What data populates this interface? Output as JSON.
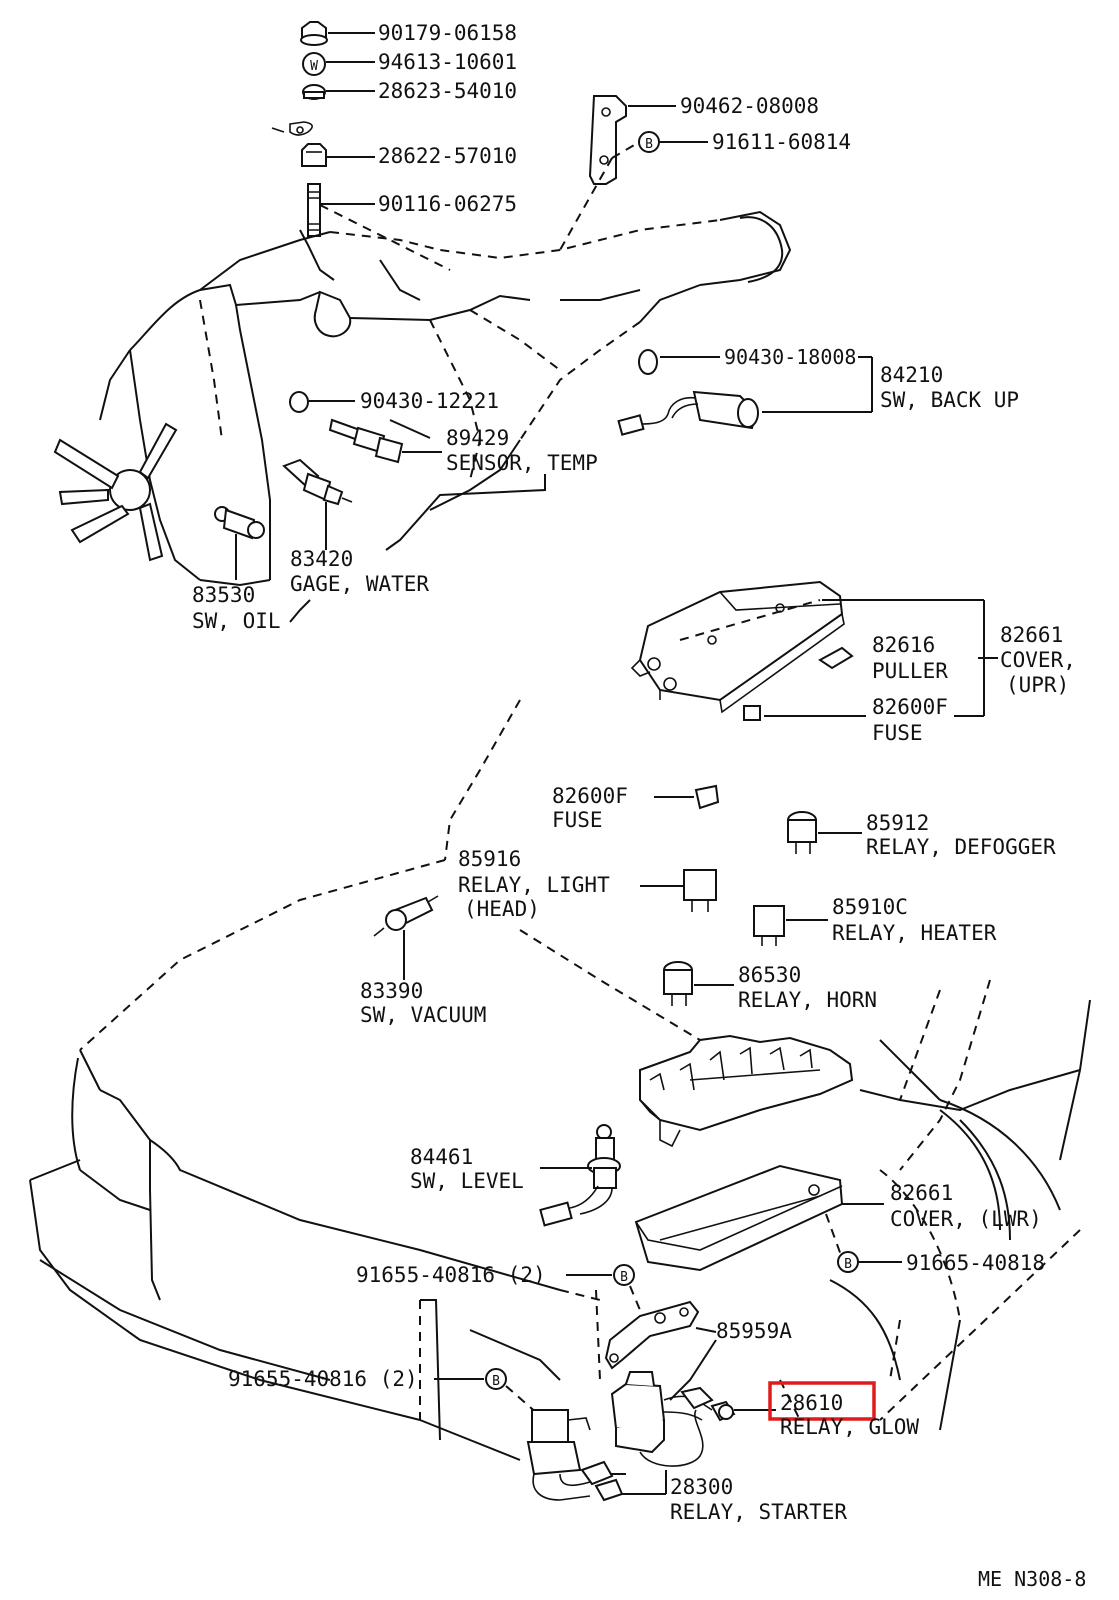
{
  "diagram_code": "ME N308-8",
  "highlight_color": "#e01b1b",
  "parts": {
    "nut_top": "90179-06158",
    "washer_w": "94613-10601",
    "cap_28623": "28623-54010",
    "nut_28622": "28622-57010",
    "stud_90116": "90116-06275",
    "bracket_90462": "90462-08008",
    "bolt_91611": "91611-60814",
    "gasket_90430_18008": "90430-18008",
    "sw_backup_no": "84210",
    "sw_backup_name": "SW, BACK UP",
    "gasket_90430_12221": "90430-12221",
    "sensor_temp_no": "89429",
    "sensor_temp_name": "SENSOR, TEMP",
    "gage_water_no": "83420",
    "gage_water_name": "GAGE, WATER",
    "sw_oil_no": "83530",
    "sw_oil_name": "SW, OIL",
    "puller_no": "82616",
    "puller_name": "PULLER",
    "cover_upr_no": "82661",
    "cover_upr_name": "COVER,",
    "cover_upr_sub": "(UPR)",
    "fuse1_no": "82600F",
    "fuse1_name": "FUSE",
    "fuse2_no": "82600F",
    "fuse2_name": "FUSE",
    "relay_defogger_no": "85912",
    "relay_defogger_name": "RELAY, DEFOGGER",
    "relay_light_no": "85916",
    "relay_light_name": "RELAY, LIGHT",
    "relay_light_sub": "(HEAD)",
    "relay_heater_no": "85910C",
    "relay_heater_name": "RELAY, HEATER",
    "sw_vacuum_no": "83390",
    "sw_vacuum_name": "SW, VACUUM",
    "relay_horn_no": "86530",
    "relay_horn_name": "RELAY, HORN",
    "sw_level_no": "84461",
    "sw_level_name": "SW, LEVEL",
    "cover_lwr_no": "82661",
    "cover_lwr_name": "COVER, (LWR)",
    "bolt_91655_a": "91655-40816 (2)",
    "bolt_91665": "91665-40818",
    "bracket_85959": "85959A",
    "bolt_91655_b": "91655-40816 (2)",
    "relay_glow_no": "28610",
    "relay_glow_name": "RELAY, GLOW",
    "relay_starter_no": "28300",
    "relay_starter_name": "RELAY, STARTER",
    "w_mark": "W",
    "b_mark": "B"
  }
}
